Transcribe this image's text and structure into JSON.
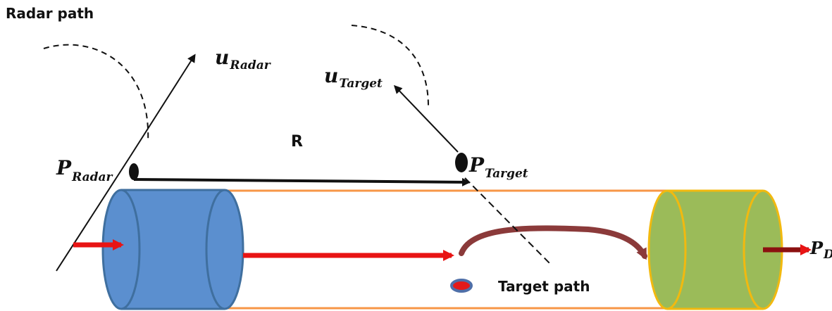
{
  "labels": {
    "radar_path": "Radar path",
    "u_radar_main": "u",
    "u_radar_sub": "Radar",
    "u_target_main": "u",
    "u_target_sub": "Target",
    "range": "R",
    "p_radar_main": "P",
    "p_radar_sub": "Radar",
    "p_target_main": "P",
    "p_target_sub": "Target",
    "target_path": "Target path",
    "p_d_main": "P",
    "p_d_sub": "D"
  },
  "colors": {
    "left_cylinder": "#5b8fcf",
    "left_cylinder_edge": "#3f6f9f",
    "right_cylinder": "#9bbb59",
    "right_cylinder_edge": "#f2b90f",
    "tube_outline": "#f79646",
    "red_arrow": "#e81414",
    "curved_arrow": "#8b3a3a",
    "target_marker_fill": "#e31a1a",
    "target_marker_edge": "#4f6fa8",
    "ink": "#111111"
  }
}
